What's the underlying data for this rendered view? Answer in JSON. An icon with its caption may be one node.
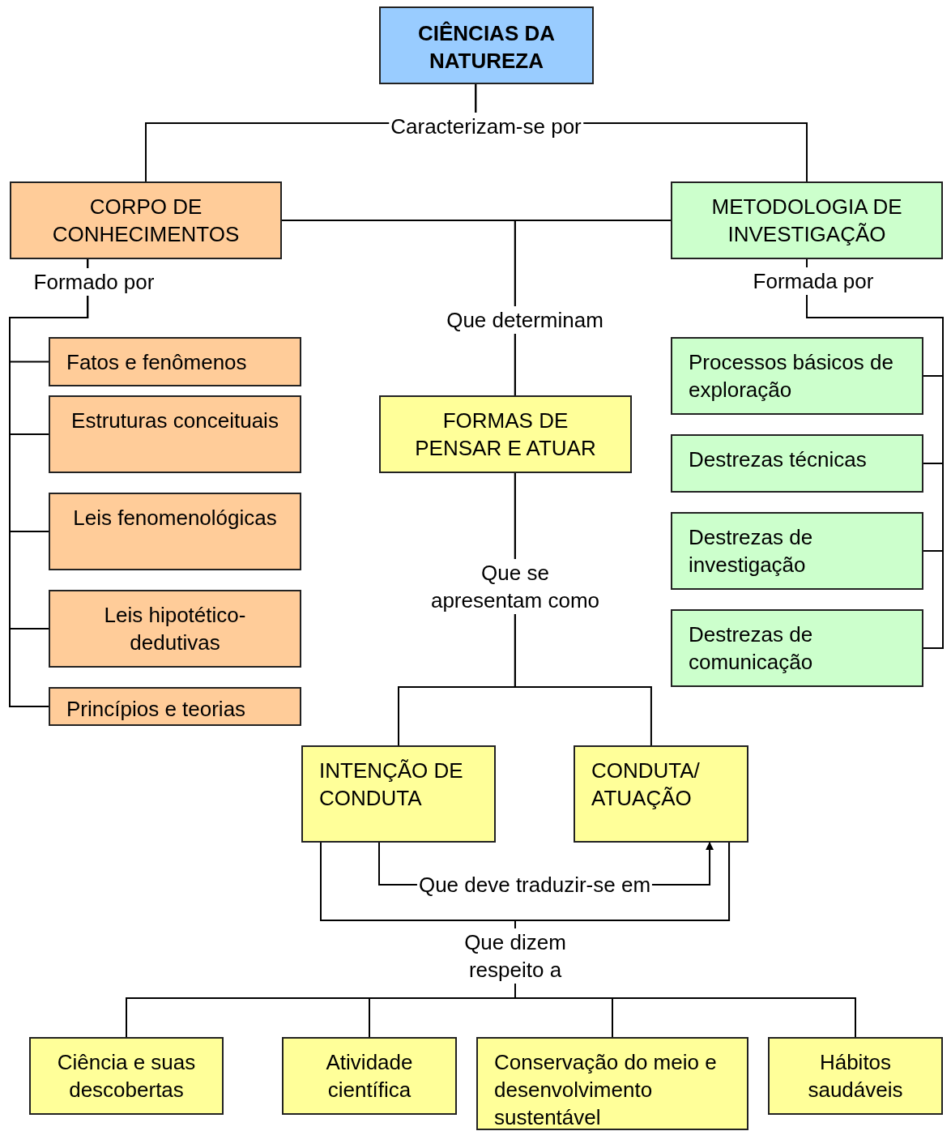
{
  "diagram": {
    "nodes": [
      {
        "text": [
          "CIÊNCIAS DA NATUREZA"
        ]
      },
      {
        "text": [
          "CORPO DE CONHECIMENTOS"
        ]
      },
      {
        "text": [
          "METODOLOGIA DE INVESTIGAÇÃO"
        ]
      },
      {
        "text": [
          "Fatos e fenômenos"
        ]
      },
      {
        "text": [
          "Estruturas conceituais"
        ]
      },
      {
        "text": [
          "Leis fenomenológicas"
        ]
      },
      {
        "text": [
          "Leis hipotético-dedutivas"
        ]
      },
      {
        "text": [
          "Princípios e teorias"
        ]
      },
      {
        "text": [
          "Processos básicos de exploração"
        ]
      },
      {
        "text": [
          "Destrezas técnicas"
        ]
      },
      {
        "text": [
          "Destrezas de investigação"
        ]
      },
      {
        "text": [
          "Destrezas de comunicação"
        ]
      },
      {
        "text": [
          "FORMAS DE PENSAR E ATUAR"
        ]
      },
      {
        "text": [
          "INTENÇÃO DE CONDUTA"
        ]
      },
      {
        "text": [
          "CONDUTA/ ATUAÇÃO"
        ]
      },
      {
        "text": [
          "Ciência e suas descobertas"
        ]
      },
      {
        "text": [
          "Atividade científica"
        ]
      },
      {
        "text": [
          "Conservação do meio e desenvolvimento sustentável"
        ]
      },
      {
        "text": [
          "Hábitos saudáveis"
        ]
      }
    ],
    "edges": [
      {
        "from": 0,
        "to": 1,
        "arrow": "none",
        "label": "Caracterizam-se por"
      },
      {
        "from": 0,
        "to": 2,
        "arrow": "none"
      },
      {
        "from": 1,
        "to": 3,
        "arrow": "none",
        "label": "Formado por"
      },
      {
        "from": 1,
        "to": 4,
        "arrow": "none"
      },
      {
        "from": 1,
        "to": 5,
        "arrow": "none"
      },
      {
        "from": 1,
        "to": 6,
        "arrow": "none"
      },
      {
        "from": 1,
        "to": 7,
        "arrow": "none"
      },
      {
        "from": 2,
        "to": 8,
        "arrow": "none",
        "label": "Formada por"
      },
      {
        "from": 2,
        "to": 9,
        "arrow": "none"
      },
      {
        "from": 2,
        "to": 10,
        "arrow": "none"
      },
      {
        "from": 2,
        "to": 11,
        "arrow": "none"
      },
      {
        "from": 1,
        "to": 12,
        "arrow": "none",
        "label": "Que determinam"
      },
      {
        "from": 2,
        "to": 12,
        "arrow": "none"
      },
      {
        "from": 12,
        "to": 13,
        "arrow": "none",
        "label": "Que se apresentam como"
      },
      {
        "from": 12,
        "to": 14,
        "arrow": "none"
      },
      {
        "from": 13,
        "to": 14,
        "arrow": "to",
        "label": "Que deve traduzir-se em"
      },
      {
        "from": 13,
        "to": 15,
        "arrow": "none",
        "label": "Que dizem respeito a"
      },
      {
        "from": 13,
        "to": 16,
        "arrow": "none"
      },
      {
        "from": 13,
        "to": 17,
        "arrow": "none"
      },
      {
        "from": 13,
        "to": 18,
        "arrow": "none"
      },
      {
        "from": 14,
        "to": 15,
        "arrow": "none"
      },
      {
        "from": 14,
        "to": 16,
        "arrow": "none"
      },
      {
        "from": 14,
        "to": 17,
        "arrow": "none"
      },
      {
        "from": 14,
        "to": 18,
        "arrow": "none"
      }
    ]
  }
}
